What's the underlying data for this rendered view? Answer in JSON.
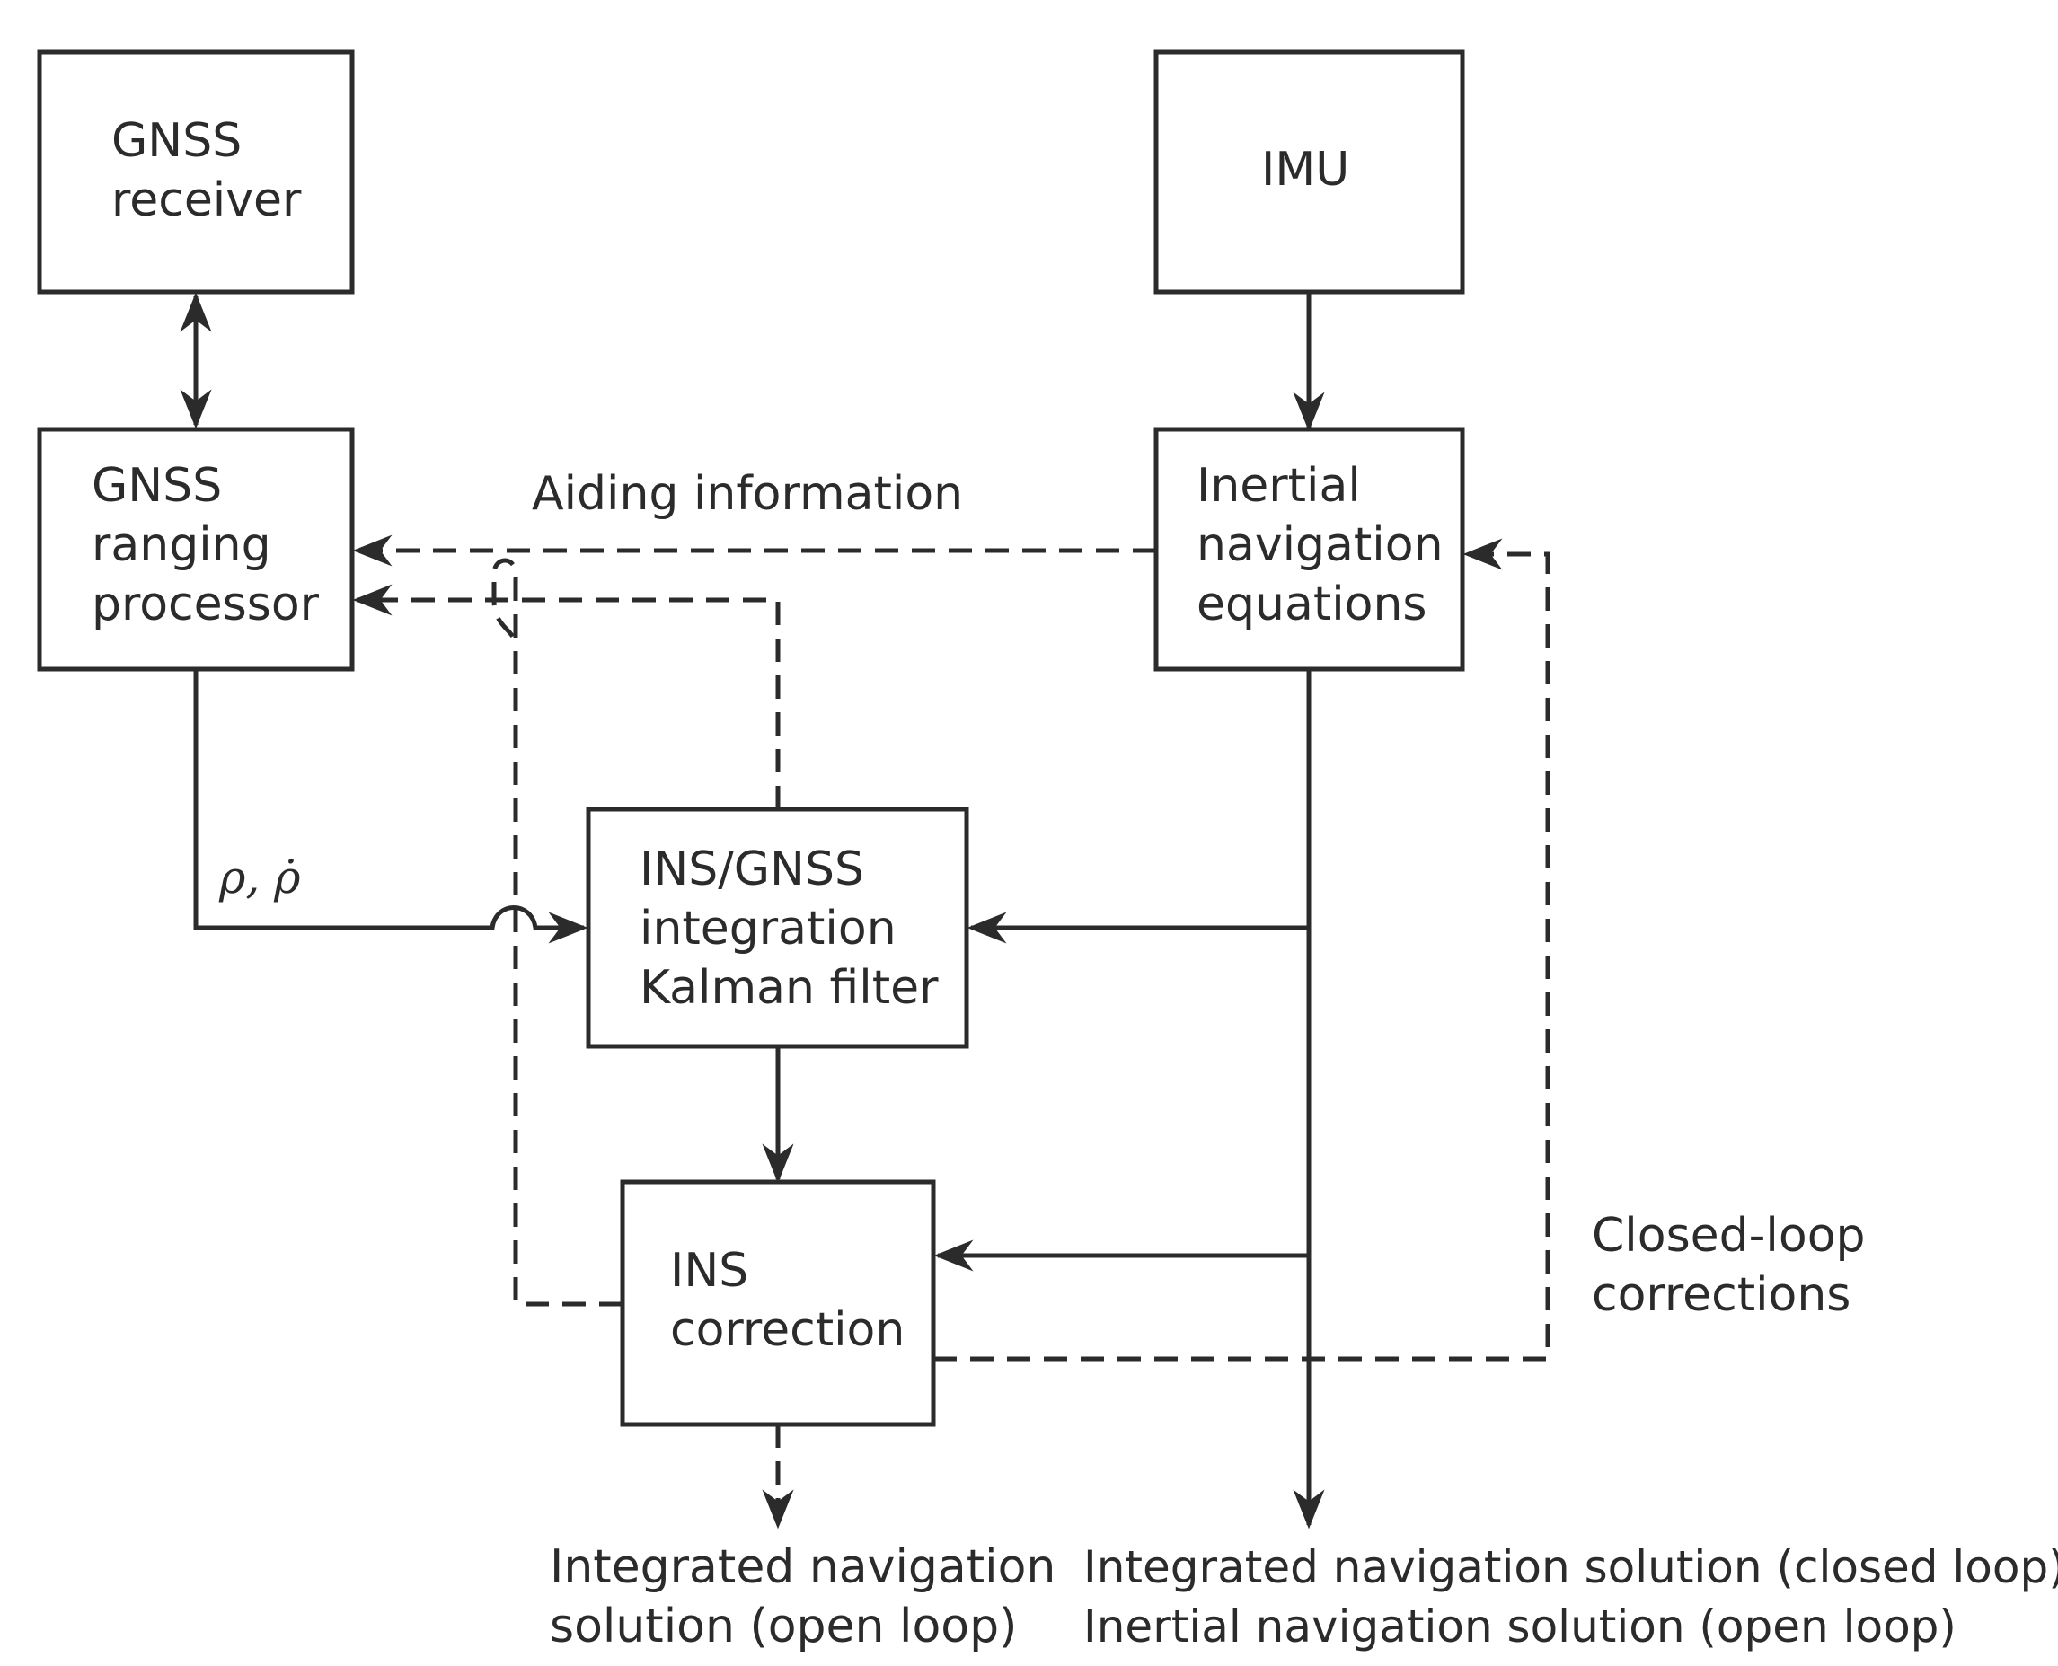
{
  "blocks": {
    "gnss_receiver": [
      "GNSS",
      "receiver"
    ],
    "gnss_ranging": [
      "GNSS",
      "ranging",
      "processor"
    ],
    "imu": [
      "IMU"
    ],
    "inertial_nav": [
      "Inertial",
      "navigation",
      "equations"
    ],
    "kalman": [
      "INS/GNSS",
      "integration",
      "Kalman filter"
    ],
    "ins_correction": [
      "INS",
      "correction"
    ]
  },
  "annotations": {
    "aiding": "Aiding information",
    "closed_loop": [
      "Closed-loop",
      "corrections"
    ],
    "measurements": "ρ, ρ̇"
  },
  "outputs": {
    "open_loop_integrated": [
      "Integrated navigation",
      "solution (open loop)"
    ],
    "right_outputs": [
      "Integrated navigation solution (closed loop)",
      "Inertial navigation solution (open loop)"
    ]
  }
}
